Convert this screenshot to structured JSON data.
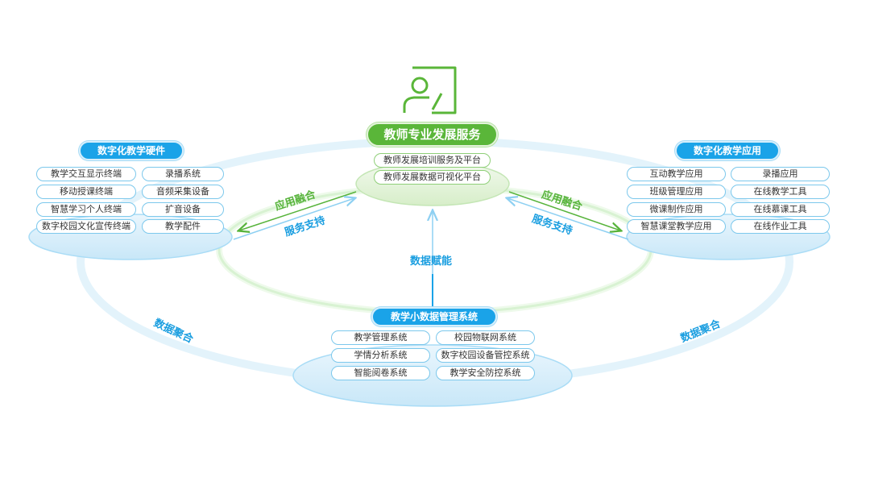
{
  "center": {
    "title": "教师专业发展服务",
    "items": [
      "教师发展培训服务及平台",
      "教师发展数据可视化平台"
    ]
  },
  "left": {
    "title": "数字化教学硬件",
    "items_col1": [
      "教学交互显示终端",
      "移动授课终端",
      "智慧学习个人终端",
      "数字校园文化宣传终端"
    ],
    "items_col2": [
      "录播系统",
      "音频采集设备",
      "扩音设备",
      "教学配件"
    ]
  },
  "right": {
    "title": "数字化教学应用",
    "items_col1": [
      "互动教学应用",
      "班级管理应用",
      "微课制作应用",
      "智慧课堂教学应用"
    ],
    "items_col2": [
      "录播应用",
      "在线教学工具",
      "在线慕课工具",
      "在线作业工具"
    ]
  },
  "bottom": {
    "title": "教学小数据管理系统",
    "items_col1": [
      "教学管理系统",
      "学情分析系统",
      "智能阅卷系统"
    ],
    "items_col2": [
      "校园物联网系统",
      "数字校园设备管控系统",
      "教学安全防控系统"
    ]
  },
  "labels": {
    "app_fusion_left": "应用融合",
    "service_support_left": "服务支持",
    "app_fusion_right": "应用融合",
    "service_support_right": "服务支持",
    "data_empower": "数据赋能",
    "data_aggregate_left": "数据聚合",
    "data_aggregate_right": "数据聚合"
  },
  "icon": "teacher-presentation-icon",
  "colors": {
    "blue": "#1aa3e8",
    "green": "#5ab639",
    "light_blue_fill": "#d4ecfa",
    "light_green_fill": "#e6f4de"
  }
}
